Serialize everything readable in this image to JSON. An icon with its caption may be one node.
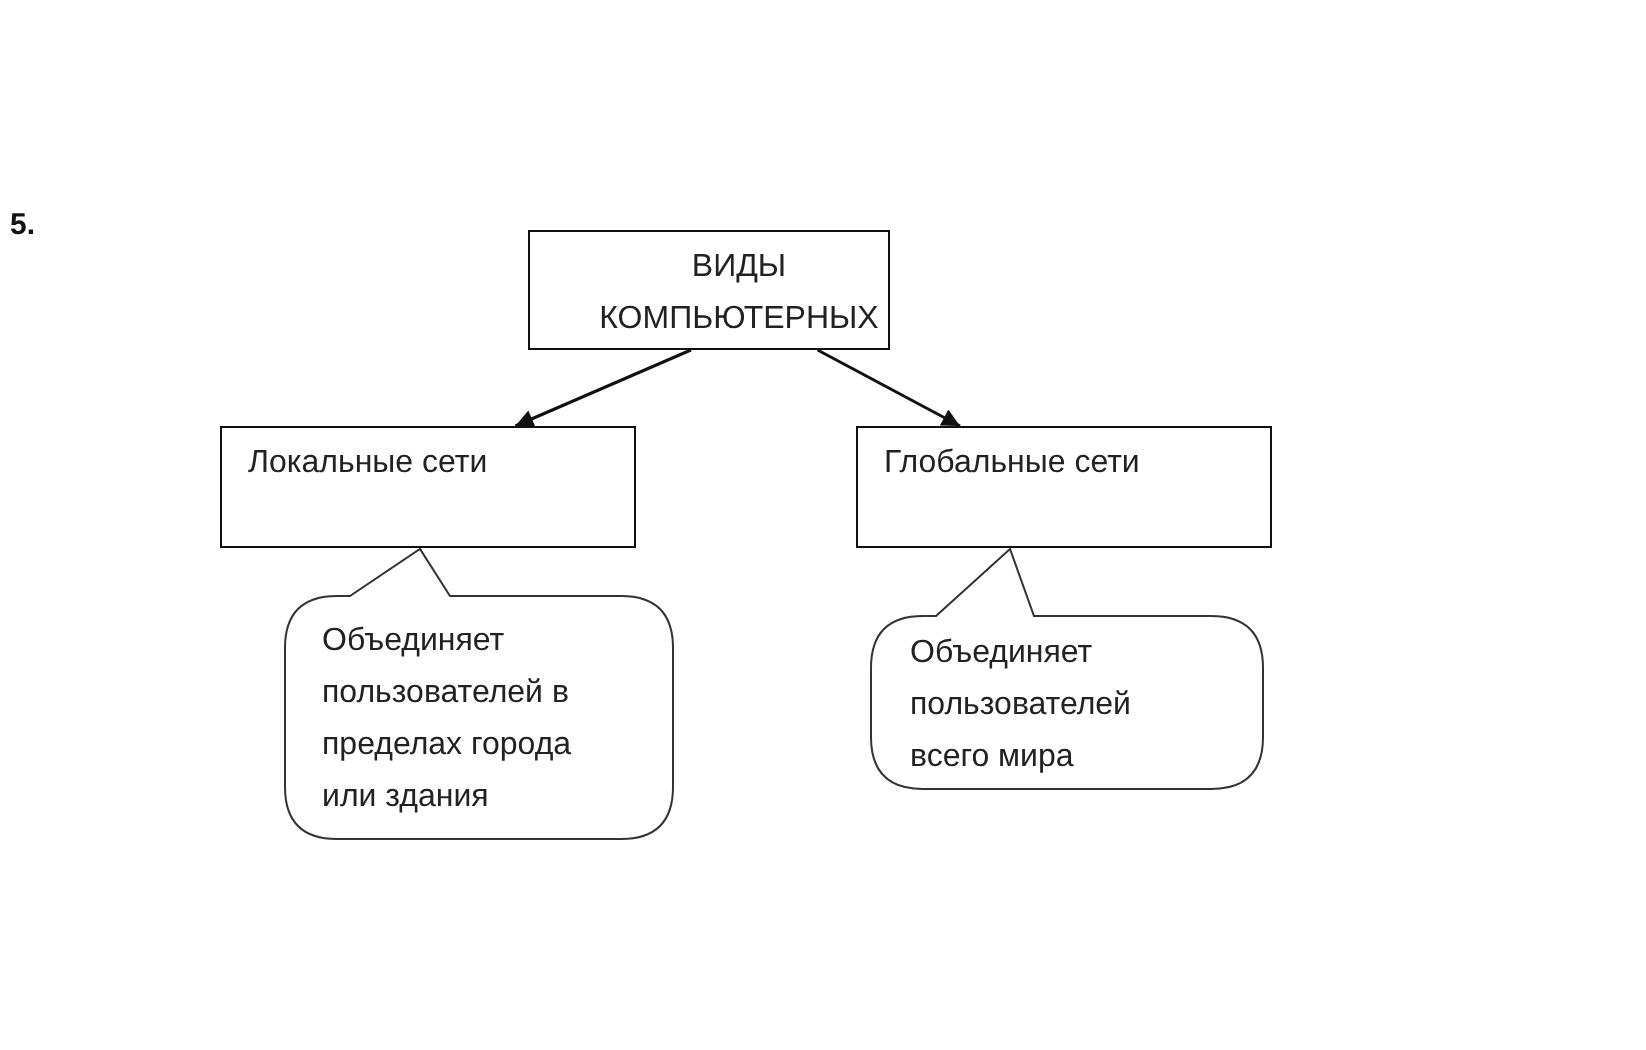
{
  "diagram": {
    "nodes": [
      {
        "text": [
          "ВИДЫ КОМПЬЮТЕРНЫХ"
        ]
      },
      {
        "text": [
          "Локальные сети"
        ]
      },
      {
        "text": [
          "Глобальные сети"
        ]
      },
      {
        "text": [
          "Объединяет пользователей в пределах города или здания"
        ]
      },
      {
        "text": [
          "Объединяет пользователей всего мира"
        ]
      }
    ],
    "edges": [
      {
        "from": 0,
        "to": 1,
        "arrow": "to"
      },
      {
        "from": 0,
        "to": 2,
        "arrow": "to"
      }
    ],
    "labels": [
      "5."
    ]
  }
}
